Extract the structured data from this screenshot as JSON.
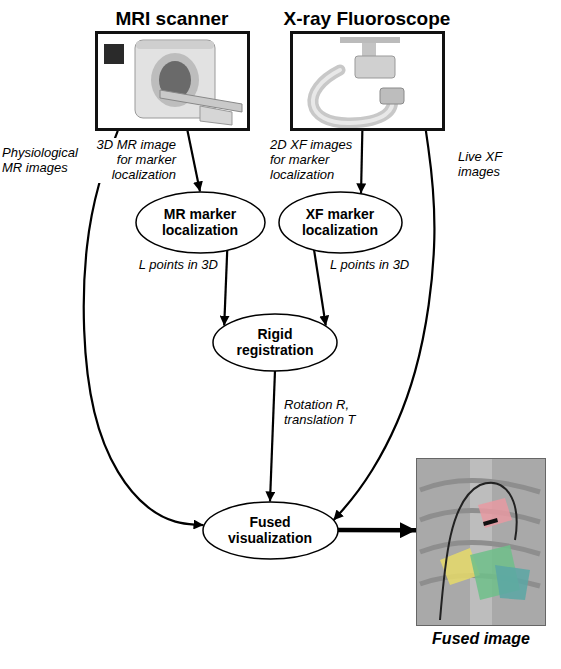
{
  "diagram": {
    "nodes": [
      {
        "text": [
          "MRI scanner"
        ]
      },
      {
        "text": [
          "X-ray Fluoroscope"
        ]
      },
      {
        "text": [
          "MR marker localization"
        ]
      },
      {
        "text": [
          "XF marker localization"
        ]
      },
      {
        "text": [
          "Rigid registration"
        ]
      },
      {
        "text": [
          "Fused visualization"
        ]
      },
      {
        "text": [
          "Fused image"
        ]
      }
    ],
    "edges": [
      {
        "from": 0,
        "to": 5,
        "label": "Physiological MR images",
        "arrow": "to"
      },
      {
        "from": 0,
        "to": 2,
        "label": "3D MR image for marker localization",
        "arrow": "to"
      },
      {
        "from": 1,
        "to": 3,
        "label": "2D XF images for marker localization",
        "arrow": "to"
      },
      {
        "from": 1,
        "to": 5,
        "label": "Live XF images",
        "arrow": "to"
      },
      {
        "from": 2,
        "to": 4,
        "label": "L points in 3D",
        "arrow": "to"
      },
      {
        "from": 3,
        "to": 4,
        "label": "L points in 3D",
        "arrow": "to"
      },
      {
        "from": 4,
        "to": 5,
        "label": "Rotation R, translation T",
        "arrow": "to"
      },
      {
        "from": 5,
        "to": 6,
        "arrow": "to"
      }
    ]
  }
}
